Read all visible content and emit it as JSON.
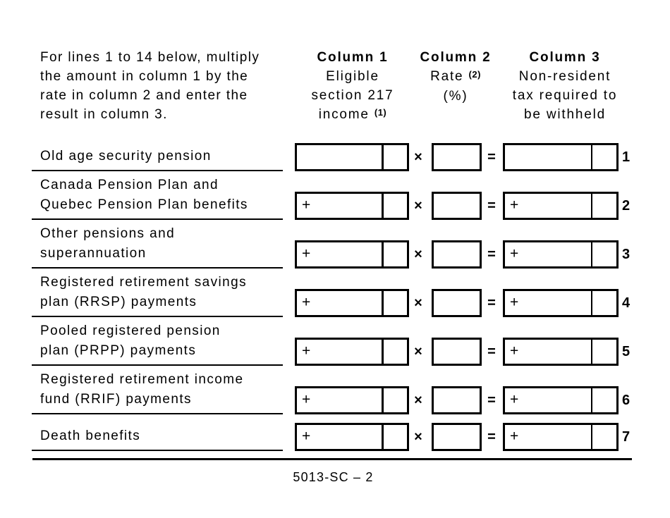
{
  "intro": "For lines 1 to 14 below, multiply\nthe amount in column 1 by the\nrate in column 2 and enter the\nresult in column 3.",
  "columns": {
    "col1": {
      "title": "Column 1",
      "line2": "Eligible",
      "line3": "section 217",
      "line4": "income",
      "footnote": "(1)"
    },
    "col2": {
      "title": "Column 2",
      "line2": "Rate",
      "footnote": "(2)",
      "line3": "(%)"
    },
    "col3": {
      "title": "Column 3",
      "line2": "Non-resident",
      "line3": "tax required to",
      "line4": "be withheld"
    }
  },
  "symbols": {
    "multiply": "×",
    "equals": "=",
    "plus": "+"
  },
  "rows": [
    {
      "num": "1",
      "label_lines": [
        "Old age security pension"
      ],
      "plus": false,
      "col1_value": "",
      "col2_value": "",
      "col3_value": ""
    },
    {
      "num": "2",
      "label_lines": [
        "Canada Pension Plan and",
        "Quebec Pension Plan benefits"
      ],
      "plus": true,
      "col1_value": "",
      "col2_value": "",
      "col3_value": ""
    },
    {
      "num": "3",
      "label_lines": [
        "Other pensions and",
        "superannuation"
      ],
      "plus": true,
      "col1_value": "",
      "col2_value": "",
      "col3_value": ""
    },
    {
      "num": "4",
      "label_lines": [
        "Registered retirement savings",
        "plan (RRSP) payments"
      ],
      "plus": true,
      "col1_value": "",
      "col2_value": "",
      "col3_value": ""
    },
    {
      "num": "5",
      "label_lines": [
        "Pooled registered pension",
        "plan (PRPP) payments"
      ],
      "plus": true,
      "col1_value": "",
      "col2_value": "",
      "col3_value": ""
    },
    {
      "num": "6",
      "label_lines": [
        "Registered retirement income",
        "fund (RRIF) payments"
      ],
      "plus": true,
      "col1_value": "",
      "col2_value": "",
      "col3_value": ""
    },
    {
      "num": "7",
      "label_lines": [
        "Death benefits"
      ],
      "plus": true,
      "col1_value": "",
      "col2_value": "",
      "col3_value": ""
    }
  ],
  "footer": "5013-SC – 2"
}
